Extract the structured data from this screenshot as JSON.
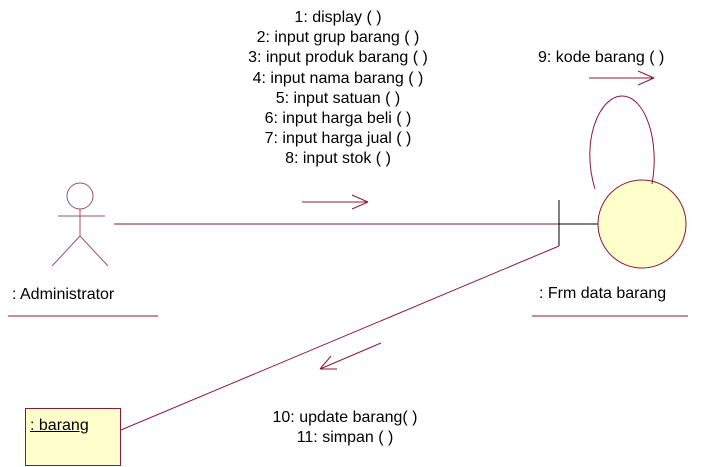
{
  "colors": {
    "line": "#8b1a3a",
    "actor_stroke": "#a05060",
    "boundary_fill": "#ffffcc",
    "text": "#000000"
  },
  "actor": {
    "label": ": Administrator"
  },
  "boundary": {
    "label": ": Frm data barang"
  },
  "entity": {
    "label": ": barang"
  },
  "messages_actor_to_form": [
    "1: display ( )",
    "2: input grup barang ( )",
    "3: input produk barang ( )",
    "4: input nama barang ( )",
    "5: input satuan ( )",
    "6: input harga beli ( )",
    "7: input harga jual ( )",
    "8: input stok ( )"
  ],
  "message_self": "9: kode barang ( )",
  "messages_form_to_entity": [
    "10: update barang( )",
    "11: simpan ( )"
  ]
}
